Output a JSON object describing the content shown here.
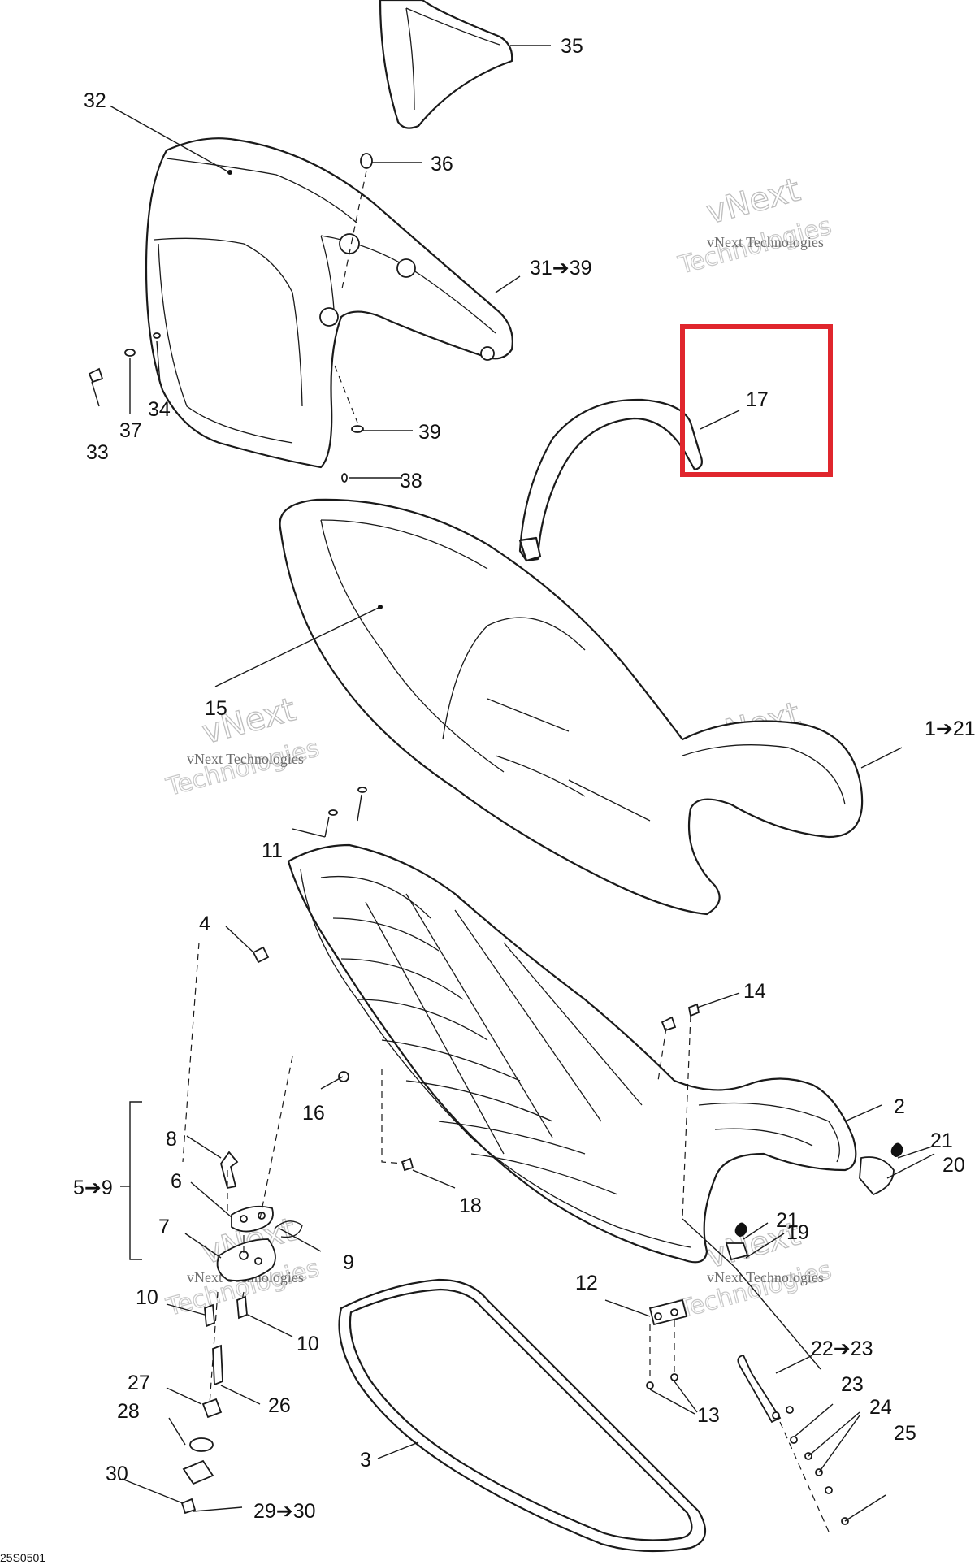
{
  "diagram": {
    "watermark": {
      "line1": "vNext Technologies",
      "line2": "vNext",
      "line3": "Technologies"
    },
    "drawing_ref": "25S0501",
    "highlight_color": "#e0262d",
    "labels": {
      "p35": "35",
      "p32": "32",
      "p36": "36",
      "p31_39": "31➔39",
      "p34": "34",
      "p37": "37",
      "p33": "33",
      "p39": "39",
      "p38": "38",
      "p17": "17",
      "p15": "15",
      "p1_21": "1➔21",
      "p11": "11",
      "p4": "4",
      "p14": "14",
      "p16": "16",
      "p2": "2",
      "p21a": "21",
      "p20": "20",
      "p8": "8",
      "p5_9": "5➔9",
      "p6": "6",
      "p18": "18",
      "p21b": "21",
      "p7": "7",
      "p19": "19",
      "p9": "9",
      "p12": "12",
      "p10a": "10",
      "p10b": "10",
      "p22_23": "22➔23",
      "p27": "27",
      "p26": "26",
      "p23": "23",
      "p28": "28",
      "p13": "13",
      "p24": "24",
      "p25": "25",
      "p30": "30",
      "p3": "3",
      "p29_30": "29➔30"
    }
  }
}
